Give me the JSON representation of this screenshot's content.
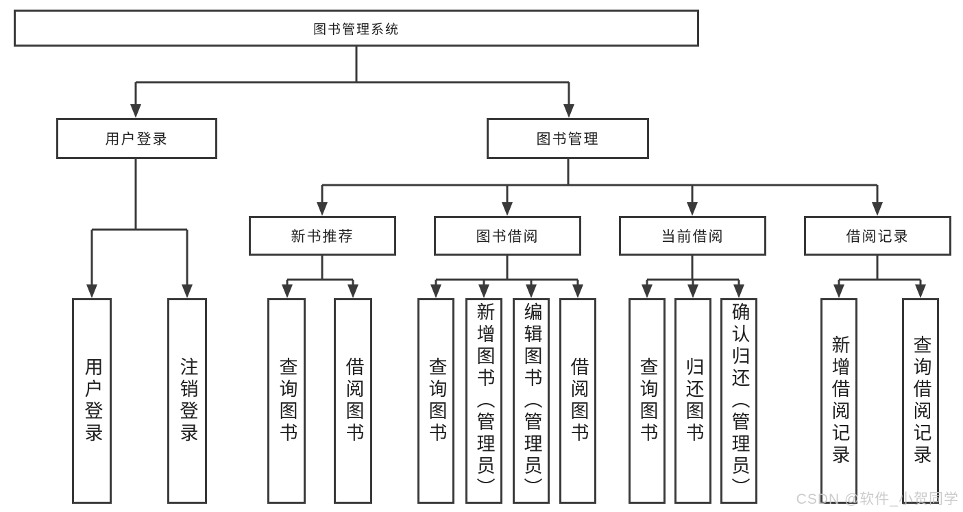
{
  "tree": {
    "root": "图书管理系统",
    "level2": [
      {
        "label": "用户登录",
        "children": [
          "用户登录",
          "注销登录"
        ]
      },
      {
        "label": "图书管理",
        "sub": [
          {
            "label": "新书推荐",
            "children": [
              "查询图书",
              "借阅图书"
            ]
          },
          {
            "label": "图书借阅",
            "children": [
              "查询图书",
              "新增图书（管理员）",
              "编辑图书（管理员）",
              "借阅图书"
            ]
          },
          {
            "label": "当前借阅",
            "children": [
              "查询图书",
              "归还图书",
              "确认归还（管理员）"
            ]
          },
          {
            "label": "借阅记录",
            "children": [
              "新增借阅记录",
              "查询借阅记录"
            ]
          }
        ]
      }
    ]
  },
  "watermark": "CSDN @软件_小贺同学",
  "colors": {
    "line": "#3a3a3a",
    "text": "#1f1f1f",
    "watermark": "#c8c8c8",
    "background": "#ffffff"
  }
}
